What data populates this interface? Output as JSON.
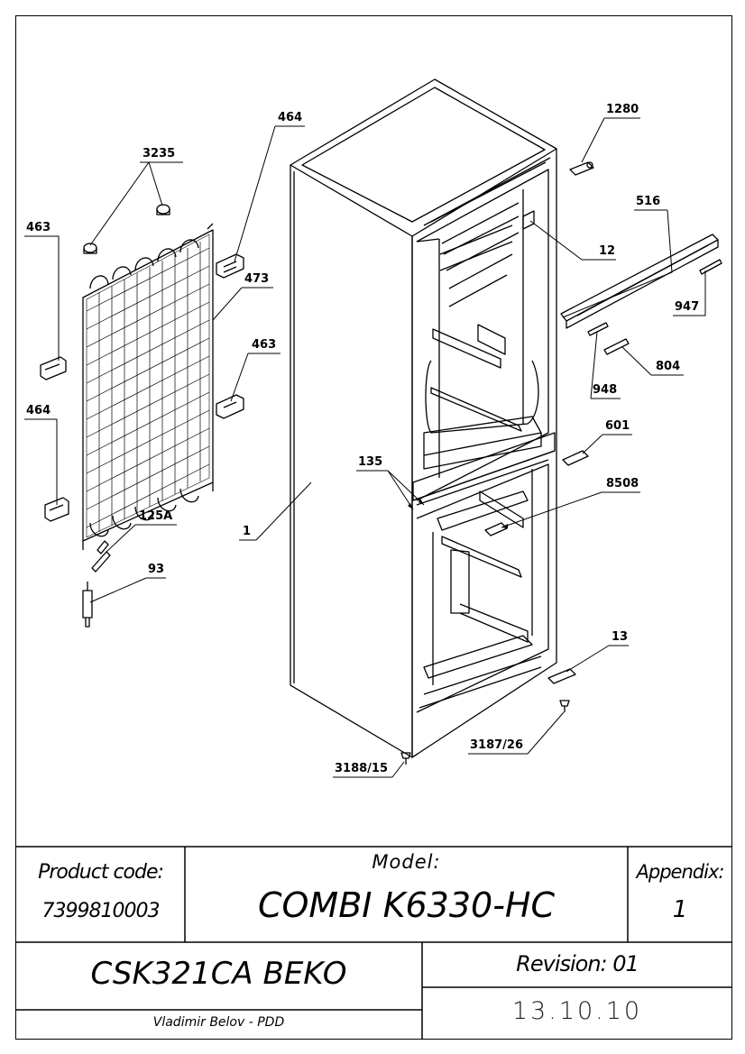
{
  "callouts": {
    "c464_top": "464",
    "c3235": "3235",
    "c463_left": "463",
    "c473": "473",
    "c463_right": "463",
    "c464_left": "464",
    "c125a": "125A",
    "c93": "93",
    "c1": "1",
    "c135": "135",
    "c1280": "1280",
    "c516": "516",
    "c12": "12",
    "c947": "947",
    "c804": "804",
    "c948": "948",
    "c601": "601",
    "c8508": "8508",
    "c13": "13",
    "c3187_26": "3187/26",
    "c3188_15": "3188/15"
  },
  "title_block": {
    "product_code_label": "Product code:",
    "product_code_value": "7399810003",
    "model_label": "Model:",
    "model_value": "COMBI K6330-HC",
    "appendix_label": "Appendix:",
    "appendix_value": "1",
    "brand_model": "CSK321CA BEKO",
    "revision": "Revision: 01",
    "date": "13.10.10",
    "author": "Vladimir Belov - PDD"
  }
}
